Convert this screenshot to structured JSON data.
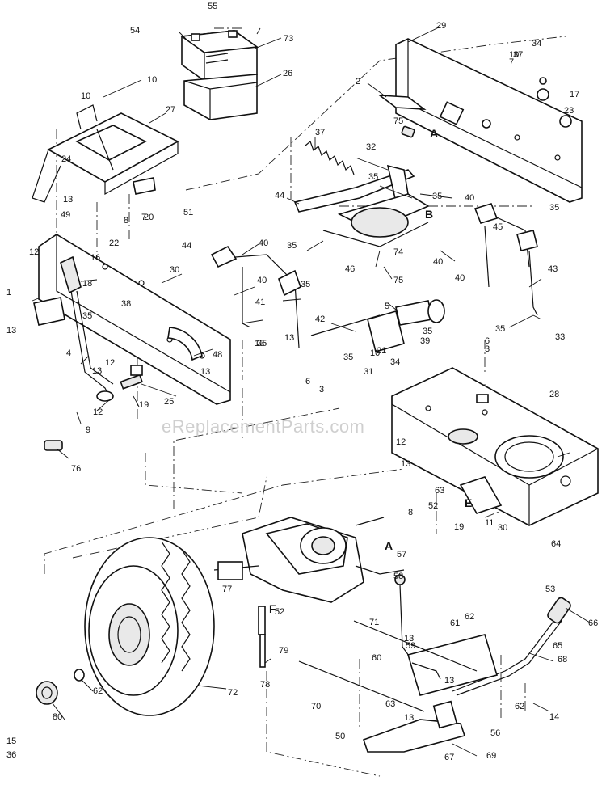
{
  "watermark": "eReplacementParts.com",
  "callouts": [
    "1",
    "2",
    "3",
    "3",
    "4",
    "5",
    "6",
    "6",
    "7",
    "7",
    "8",
    "8",
    "9",
    "10",
    "10",
    "10",
    "10",
    "11",
    "12",
    "12",
    "12",
    "12",
    "13",
    "13",
    "13",
    "13",
    "13",
    "13",
    "13",
    "13",
    "13",
    "13",
    "14",
    "15",
    "16",
    "17",
    "18",
    "19",
    "19",
    "20",
    "21",
    "22",
    "23",
    "24",
    "25",
    "26",
    "27",
    "28",
    "29",
    "30",
    "30",
    "31",
    "32",
    "33",
    "34",
    "34",
    "35",
    "35",
    "35",
    "35",
    "35",
    "35",
    "35",
    "35",
    "35",
    "35",
    "36",
    "37",
    "37",
    "38",
    "39",
    "40",
    "40",
    "40",
    "40",
    "40",
    "41",
    "42",
    "43",
    "44",
    "44",
    "45",
    "46",
    "48",
    "49",
    "50",
    "51",
    "52",
    "52",
    "53",
    "54",
    "55",
    "56",
    "57",
    "58",
    "59",
    "60",
    "61",
    "62",
    "62",
    "62",
    "63",
    "63",
    "64",
    "65",
    "66",
    "67",
    "68",
    "69",
    "70",
    "71",
    "72",
    "73",
    "74",
    "75",
    "75",
    "76",
    "77",
    "78",
    "79",
    "80"
  ],
  "reference_letters": [
    "A",
    "A",
    "B",
    "E",
    "F"
  ]
}
